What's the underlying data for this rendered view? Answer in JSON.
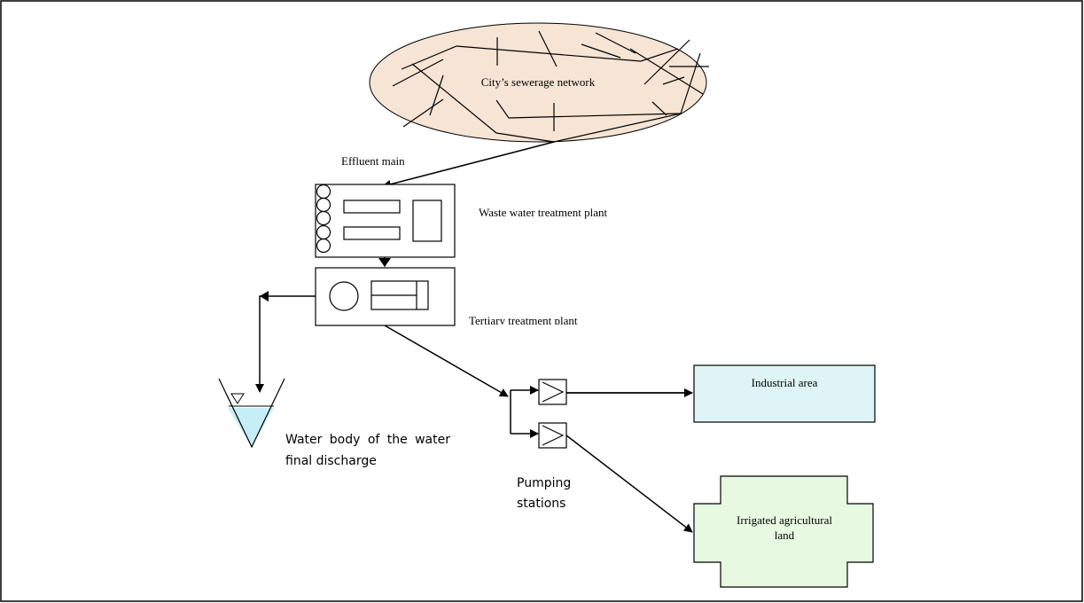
{
  "labels": {
    "network": "City’s sewerage network",
    "effluent_main": "Effluent main",
    "wwtp": "Waste water treatment plant",
    "tertiary": "Tertiary treatment plant",
    "industrial": "Industrial area",
    "irrigated": "Irrigated agricultural land",
    "water_body": "Water body of the water final discharge",
    "pumping": "Pumping stations"
  },
  "colors": {
    "network_fill": "#f6e4d4",
    "industrial_fill": "#dff4f6",
    "agri_fill": "#e7fae1",
    "water_fill": "#c6eef7"
  }
}
